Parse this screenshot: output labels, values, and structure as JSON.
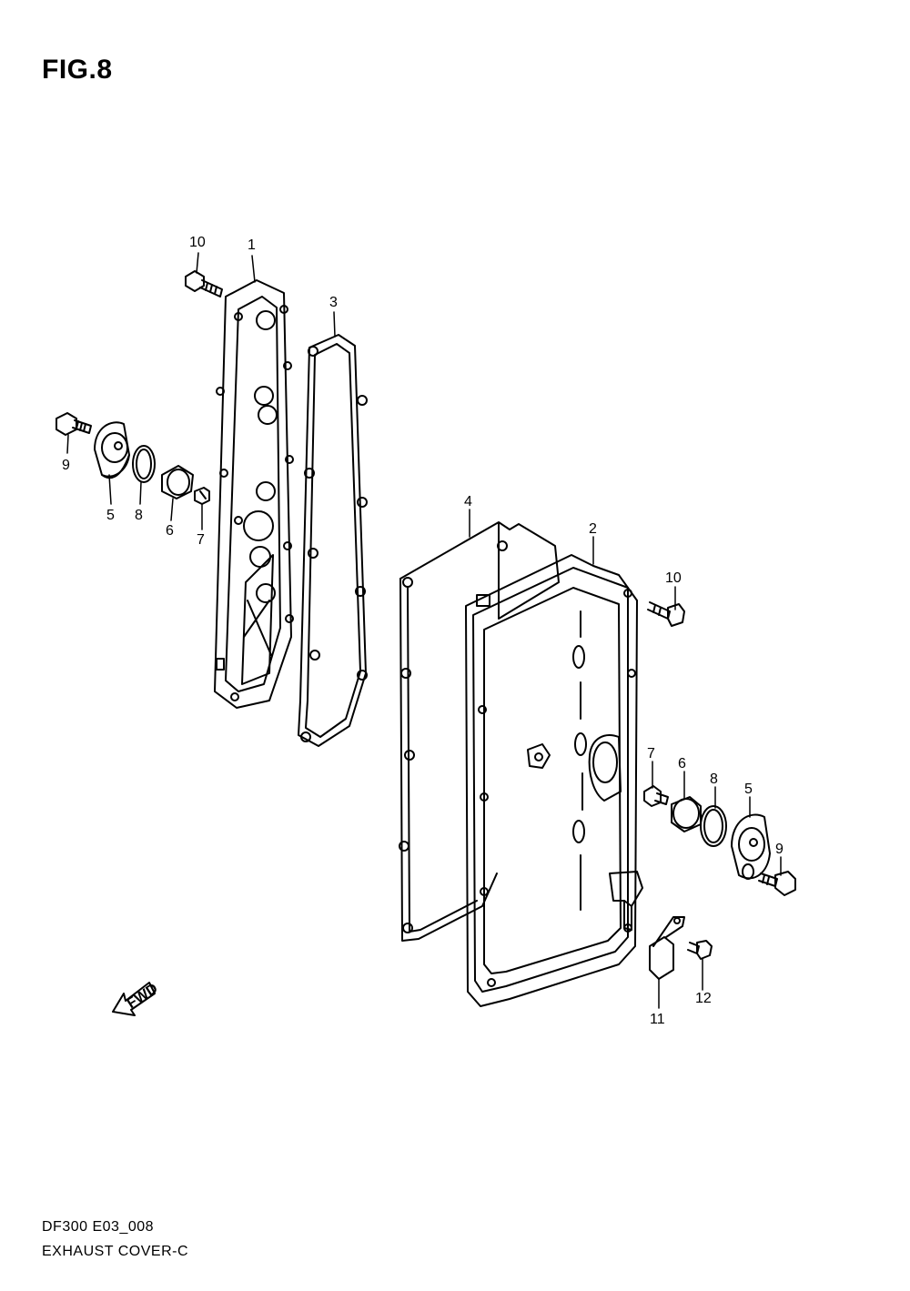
{
  "figure": {
    "title": "FIG.8"
  },
  "caption": {
    "code": "DF300 E03_008",
    "name": "EXHAUST COVER-C"
  },
  "fwd_label": "FWD",
  "callouts": [
    "10",
    "1",
    "3",
    "9",
    "5",
    "8",
    "6",
    "7",
    "4",
    "2",
    "10",
    "7",
    "6",
    "8",
    "5",
    "9",
    "11",
    "12"
  ],
  "colors": {
    "line": "#000000",
    "background": "#ffffff"
  }
}
